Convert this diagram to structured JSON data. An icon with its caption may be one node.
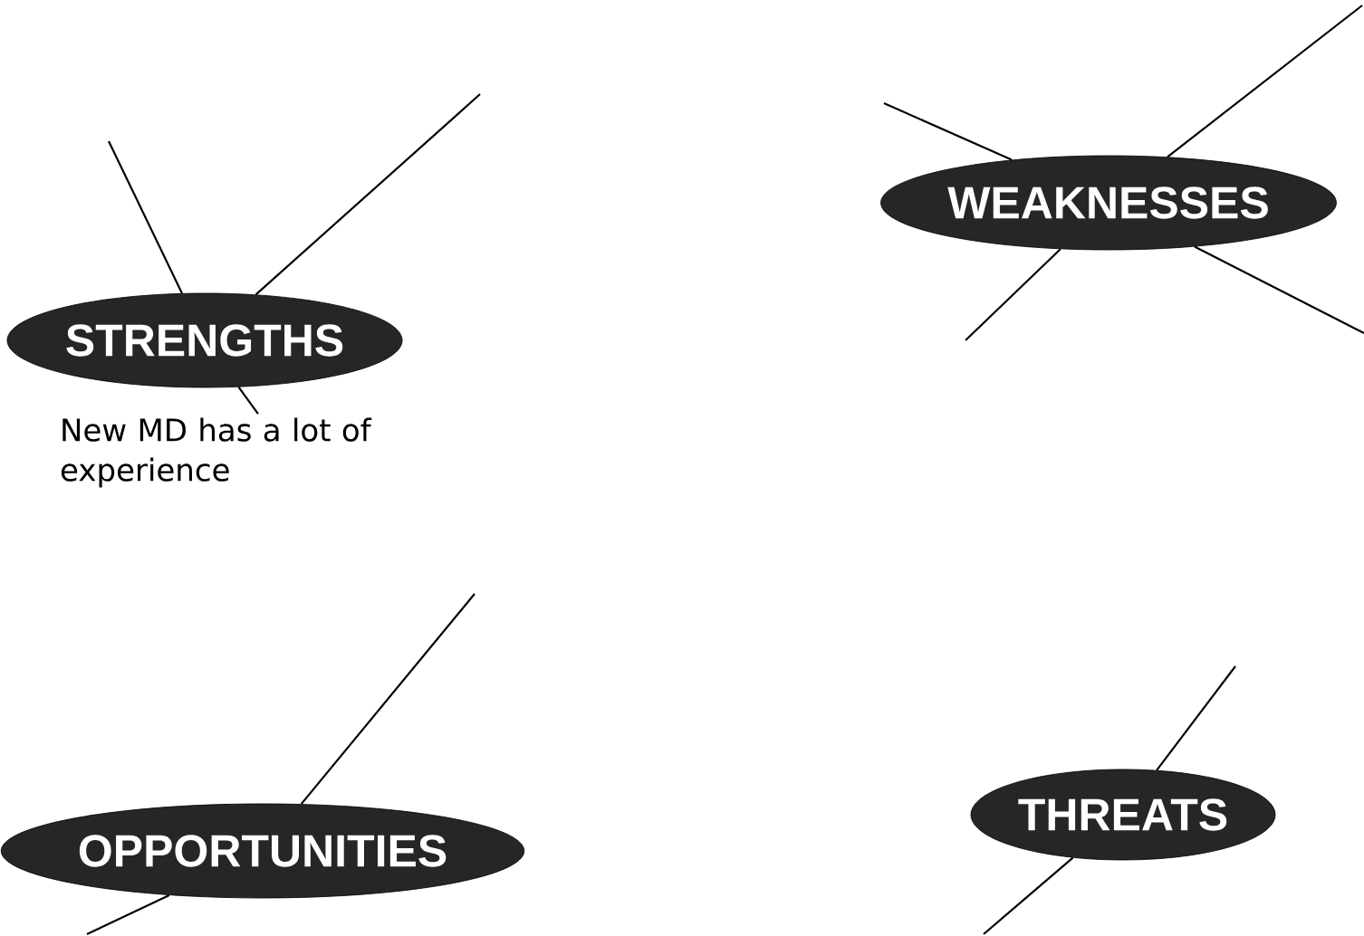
{
  "diagram": {
    "nodes": [
      {
        "text": [
          "STRENGTHS"
        ]
      },
      {
        "text": [
          "WEAKNESSES"
        ]
      },
      {
        "text": [
          "OPPORTUNITIES"
        ]
      },
      {
        "text": [
          "THREATS"
        ]
      },
      {
        "text": [
          "New MD has a lot of experience"
        ]
      }
    ],
    "edges": [
      {
        "from": 0,
        "to": null,
        "arrow": "none"
      },
      {
        "from": 0,
        "to": null,
        "arrow": "none"
      },
      {
        "from": 0,
        "to": 4,
        "arrow": "none"
      },
      {
        "from": 1,
        "to": null,
        "arrow": "none"
      },
      {
        "from": 1,
        "to": null,
        "arrow": "none"
      },
      {
        "from": 1,
        "to": null,
        "arrow": "none"
      },
      {
        "from": 1,
        "to": null,
        "arrow": "none"
      },
      {
        "from": 2,
        "to": null,
        "arrow": "none"
      },
      {
        "from": 2,
        "to": null,
        "arrow": "none"
      },
      {
        "from": 3,
        "to": null,
        "arrow": "none"
      },
      {
        "from": 3,
        "to": null,
        "arrow": "none"
      }
    ]
  }
}
